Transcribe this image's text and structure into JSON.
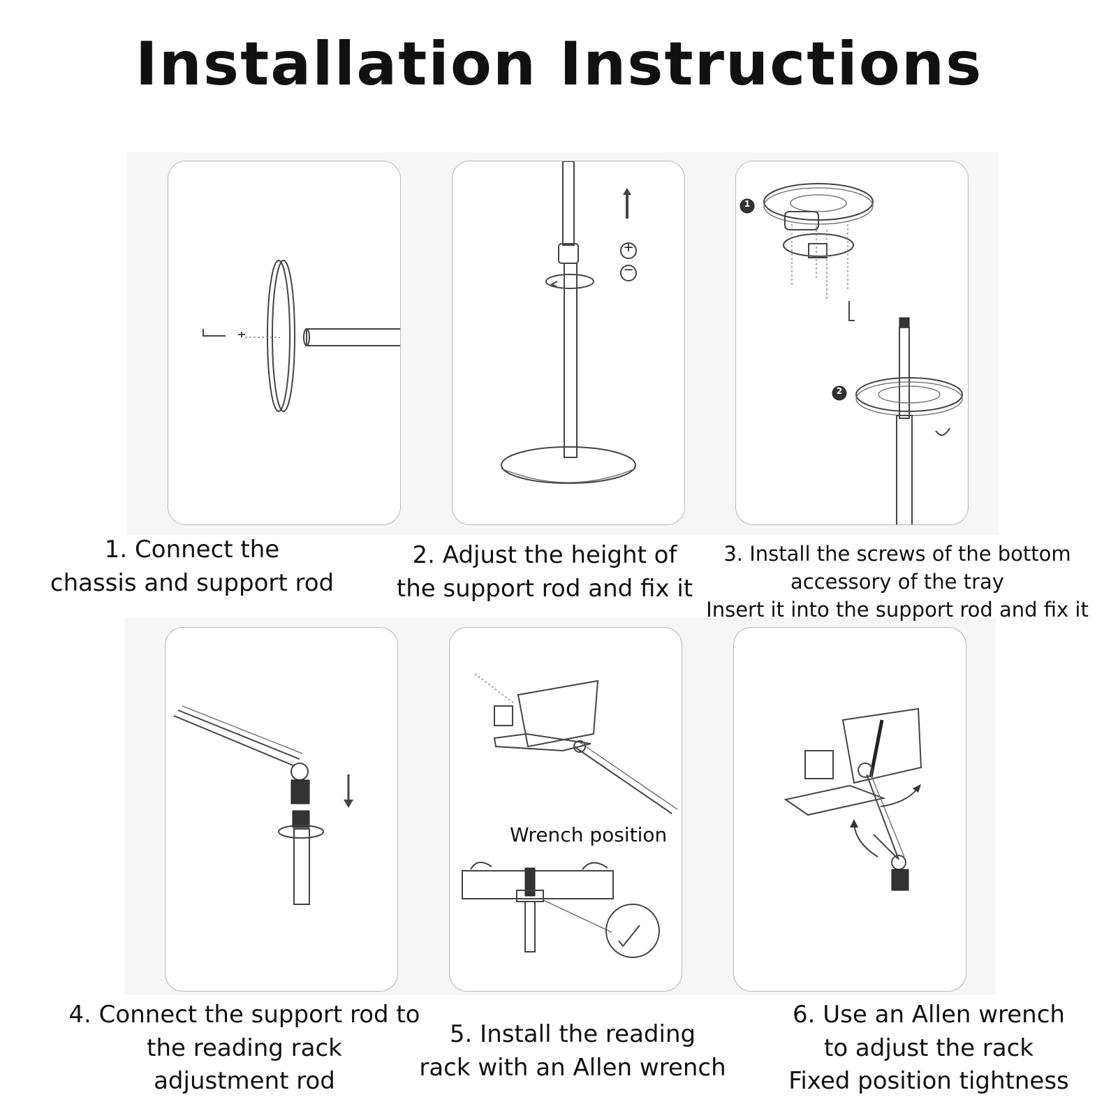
{
  "title": "Installation Instructions",
  "steps": [
    {
      "id": 1,
      "caption_lines": [
        "1. Connect the",
        "chassis and support rod"
      ]
    },
    {
      "id": 2,
      "caption_lines": [
        "2. Adjust the height of",
        "the support rod and fix it"
      ],
      "icon_plus": "+",
      "icon_minus": "−"
    },
    {
      "id": 3,
      "caption_lines": [
        "3. Install the screws of the bottom",
        "accessory of the tray",
        "Insert it into the support rod and fix it"
      ],
      "markers": [
        "1",
        "2"
      ]
    },
    {
      "id": 4,
      "caption_lines": [
        "4. Connect the support rod to",
        "the reading rack",
        "adjustment rod"
      ]
    },
    {
      "id": 5,
      "caption_lines": [
        "5. Install the reading",
        "rack with an Allen wrench"
      ],
      "inner_label": "Wrench position"
    },
    {
      "id": 6,
      "caption_lines": [
        "6. Use an Allen wrench",
        "to adjust the rack",
        "Fixed position tightness"
      ]
    }
  ]
}
